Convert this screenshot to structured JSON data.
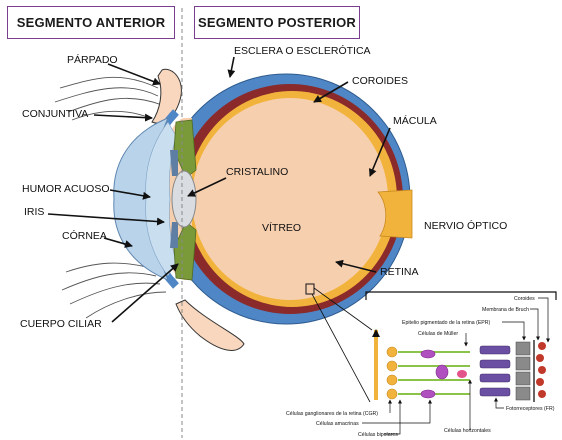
{
  "headers": {
    "anterior": "SEGMENTO ANTERIOR",
    "posterior": "SEGMENTO POSTERIOR"
  },
  "labels": {
    "parpado": "PÁRPADO",
    "conjuntiva": "CONJUNTIVA",
    "humor_acuoso": "HUMOR ACUOSO",
    "iris": "IRIS",
    "cornea": "CÓRNEA",
    "cuerpo_ciliar": "CUERPO CILIAR",
    "esclera": "ESCLERA O ESCLERÓTICA",
    "coroides": "COROIDES",
    "macula": "MÁCULA",
    "cristalino": "CRISTALINO",
    "vitreo": "VÍTREO",
    "nervio_optico": "NERVIO ÓPTICO",
    "retina": "RETINA"
  },
  "inset_labels": {
    "coroides": "Coroides",
    "membrana_bruch": "Membrana de Bruch",
    "epitelio": "Epitelio pigmentado de la retina (EPR)",
    "muller": "Células de Müller",
    "cgr": "Células ganglionares de la retina (CGR)",
    "amacrinas": "Células amacrinas",
    "bipolares": "Células bipolares",
    "horizontales": "Células horizontales",
    "fotorreceptores": "Fotorreceptores (FR)"
  },
  "colors": {
    "sclera": "#4f86c6",
    "choroid": "#8b2a2a",
    "retina": "#f2b33d",
    "vitreous": "#f6cfae",
    "ciliary": "#7a9a3a",
    "cornea": "#b9d3ea",
    "header_border": "#7a3d8f"
  }
}
